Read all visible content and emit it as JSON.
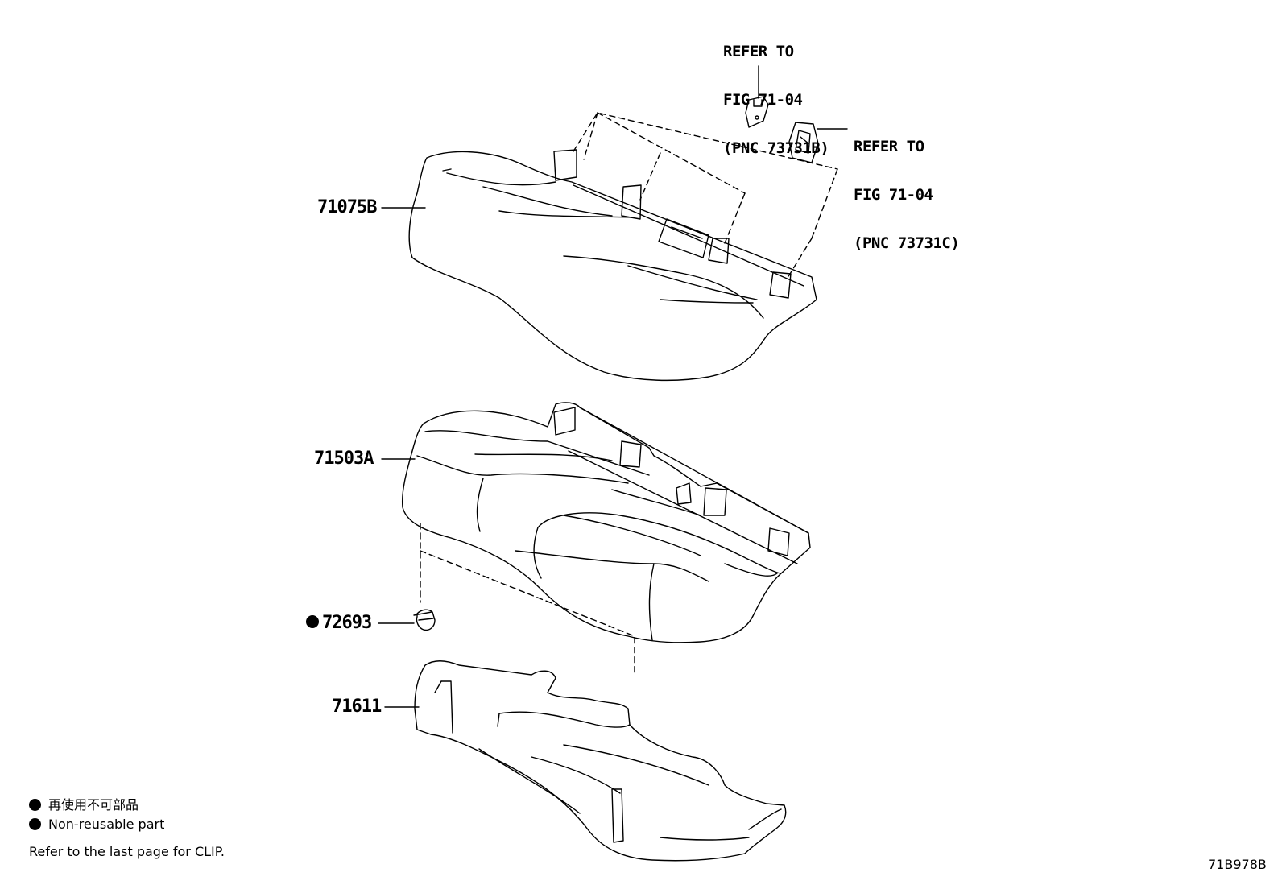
{
  "callouts": {
    "top": [
      "REFER TO",
      "FIG 71-04",
      "(PNC 73731B)"
    ],
    "right": [
      "REFER TO",
      "FIG 71-04",
      "(PNC 73731C)"
    ]
  },
  "parts": {
    "backrest": "71075B",
    "cushion": "71503A",
    "clip": "72693",
    "frame": "71611"
  },
  "legend": {
    "jp": "再使用不可部品",
    "en": "Non-reusable part",
    "note": "Refer to the last page for CLIP."
  },
  "figure_id": "71B978B"
}
